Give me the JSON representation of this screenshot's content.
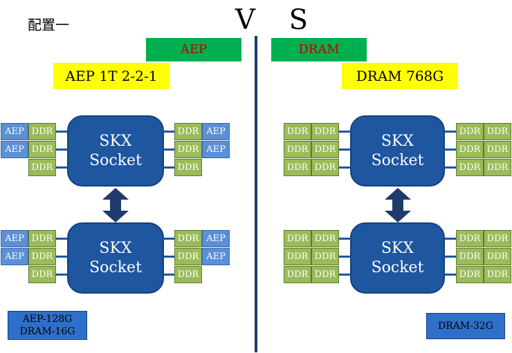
{
  "config_label": "配置一",
  "vs_label": "V S",
  "left": {
    "tag": "AEP",
    "title": "AEP 1T 2-2-1",
    "note_line1": "AEP-128G",
    "note_line2": "DRAM-16G"
  },
  "right": {
    "tag": "DRAM",
    "title": "DRAM 768G",
    "note_line1": "DRAM-32G"
  },
  "socket": {
    "line1": "SKX",
    "line2": "Socket"
  },
  "labels": {
    "ddr": "DDR",
    "aep": "AEP"
  },
  "colors": {
    "socket": "#1e56a0",
    "ddr": "#9bbb59",
    "aep": "#5b8fd6",
    "tag_bg": "#00b050",
    "title_bg": "#ffff00"
  }
}
